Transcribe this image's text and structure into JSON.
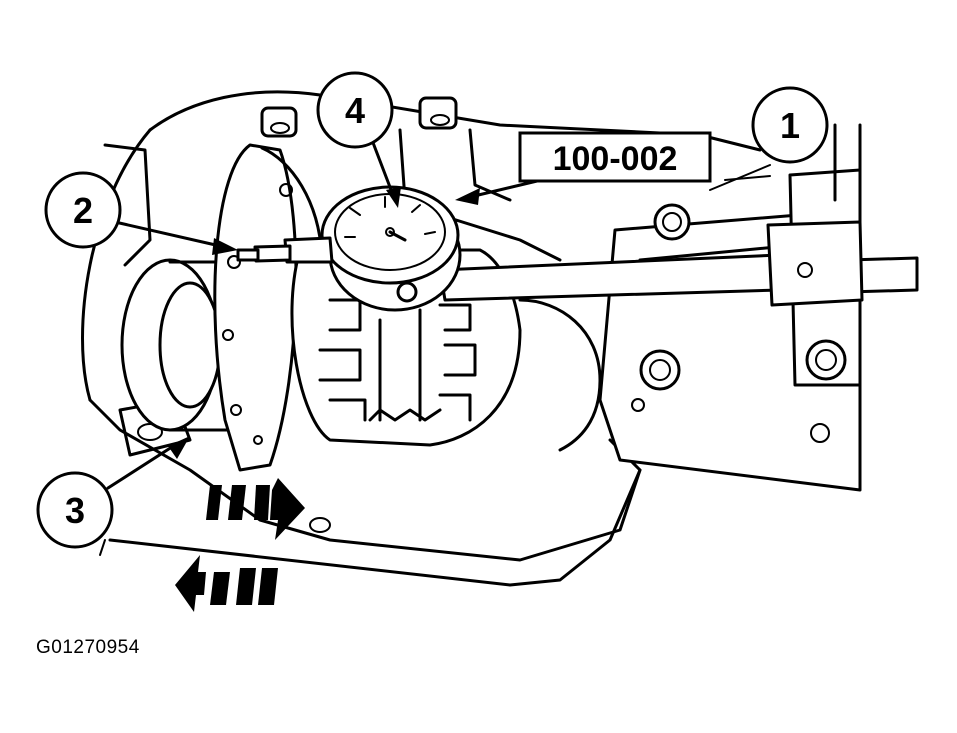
{
  "figure": {
    "callouts": [
      {
        "id": "1",
        "label": "1"
      },
      {
        "id": "2",
        "label": "2"
      },
      {
        "id": "3",
        "label": "3"
      },
      {
        "id": "4",
        "label": "4"
      }
    ],
    "tool_number": "100-002",
    "image_code": "G01270954"
  }
}
